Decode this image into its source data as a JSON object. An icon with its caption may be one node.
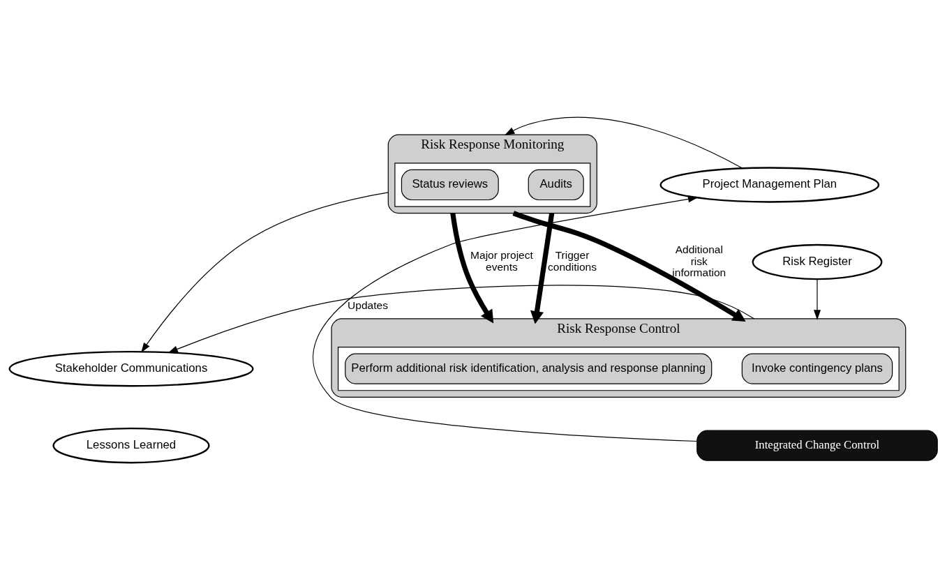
{
  "diagram": {
    "nodes": [
      {
        "text": [
          "Project Management Plan"
        ]
      },
      {
        "text": [
          "Risk Register"
        ]
      },
      {
        "text": [
          "Risk Response Monitoring"
        ]
      },
      {
        "text": [],
        "shape": "box",
        "in": 2
      },
      {
        "text": [
          "Status reviews"
        ],
        "in": 3
      },
      {
        "text": [
          "Audits"
        ],
        "in": 3
      },
      {
        "text": [
          "Risk Response Control"
        ]
      },
      {
        "text": [],
        "shape": "box",
        "in": 6
      },
      {
        "text": [
          "Invoke contingency plans"
        ],
        "in": 7
      },
      {
        "text": [
          "Perform additional risk identification, analysis and response planning"
        ],
        "in": 7
      },
      {
        "text": [
          "Integrated Change Control"
        ]
      },
      {
        "text": [
          "Stakeholder Communications"
        ]
      },
      {
        "text": [
          "Lessons Learned"
        ]
      }
    ],
    "edges": [
      {
        "from": 0,
        "to": 2,
        "arrow": "to"
      },
      {
        "from": 1,
        "to": 6,
        "arrow": "to"
      },
      {
        "from": 2,
        "to": 11,
        "arrow": "to"
      },
      {
        "from": 2,
        "to": 6,
        "arrow": "to",
        "label": "Additional risk information",
        "style": "thick"
      },
      {
        "from": 2,
        "to": 6,
        "arrow": "to",
        "label": "Major project events",
        "style": "thick"
      },
      {
        "from": 2,
        "to": 6,
        "arrow": "to",
        "label": "Trigger conditions",
        "style": "thick"
      },
      {
        "from": 6,
        "to": 11,
        "arrow": "to"
      },
      {
        "from": 10,
        "to": 0,
        "arrow": "to",
        "label": "Updates"
      }
    ]
  }
}
